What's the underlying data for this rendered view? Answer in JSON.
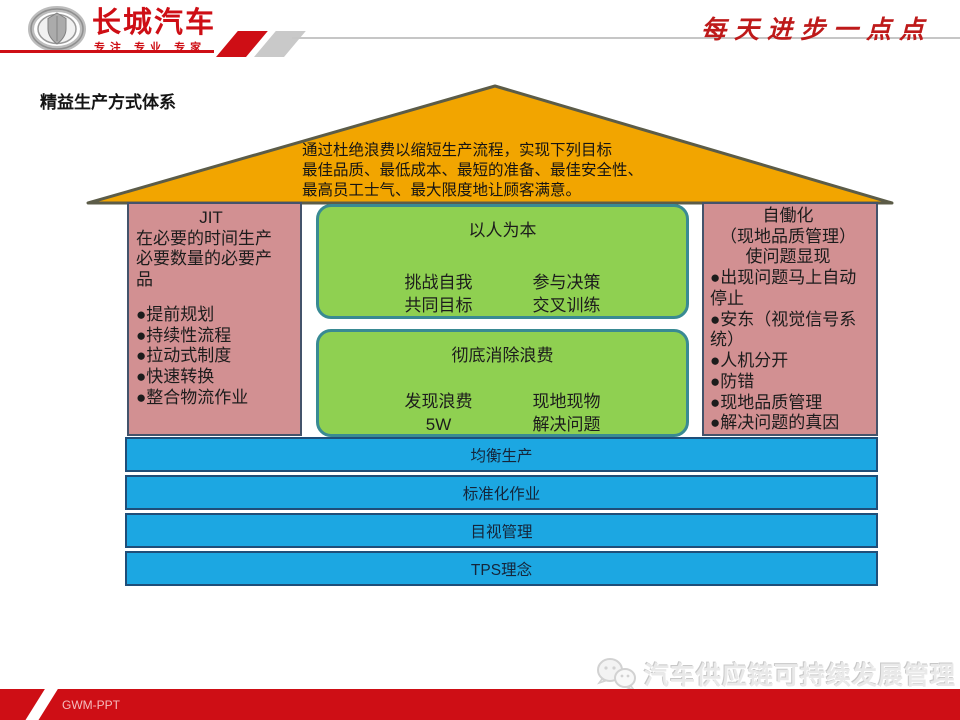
{
  "header": {
    "logo_text": "长城汽车",
    "logo_tagline": "专注 专业 专家",
    "slogan": "每天进步一点点"
  },
  "slide": {
    "title": "精益生产方式体系"
  },
  "house": {
    "roof_lines": [
      "通过杜绝浪费以缩短生产流程，实现下列目标",
      "最佳品质、最低成本、最短的准备、最佳安全性、",
      "最高员工士气、最大限度地让顾客满意。"
    ],
    "left_pillar": {
      "title": "JIT",
      "body": "在必要的时间生产必要数量的必要产品",
      "bullets": [
        "●提前规划",
        "●持续性流程",
        "●拉动式制度",
        "●快速转换",
        "●整合物流作业"
      ]
    },
    "boxes": [
      {
        "title": "以人为本",
        "rows": [
          [
            "挑战自我",
            "参与决策"
          ],
          [
            "共同目标",
            "交叉训练"
          ]
        ]
      },
      {
        "title": "彻底消除浪费",
        "rows": [
          [
            "发现浪费",
            "现地现物"
          ],
          [
            "5W",
            "解决问题"
          ]
        ]
      }
    ],
    "right_pillar": {
      "title": "自働化",
      "lines": [
        "（现地品质管理）",
        "使问题显现"
      ],
      "bullets": [
        "●出现问题马上自动停止",
        "●安东（视觉信号系统）",
        "●人机分开",
        "●防错",
        "●现地品质管理",
        "●解决问题的真因"
      ]
    },
    "base_rows": [
      "均衡生产",
      "标准化作业",
      "目视管理",
      "TPS理念"
    ]
  },
  "watermark": {
    "text": "汽车供应链可持续发展管理"
  },
  "footer": {
    "label": "GWM-PPT"
  },
  "colors": {
    "brand_red": "#CE0E15",
    "slogan_red": "#BE1A1A",
    "roof_orange": "#F2A500",
    "roof_border": "#5C5C48",
    "pillar_pink": "#D29092",
    "pillar_border": "#44536B",
    "box_green": "#8FD051",
    "box_border": "#398A93",
    "base_blue": "#1CA7E2",
    "base_border": "#1F4E79"
  }
}
